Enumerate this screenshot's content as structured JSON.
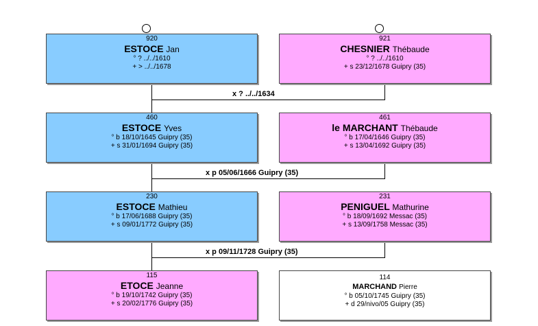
{
  "gen1": {
    "left": {
      "num": "920",
      "surname": "ESTOCE",
      "given": "Jan",
      "birth": "° ? ../../1610",
      "death": "+ > ../../1678"
    },
    "right": {
      "num": "921",
      "surname": "CHESNIER",
      "given": "Thébaude",
      "birth": "° ? ../../1610",
      "death": "+ s 23/12/1678 Guipry (35)"
    },
    "marriage": "x ? ../../1634"
  },
  "gen2": {
    "left": {
      "num": "460",
      "surname": "ESTOCE",
      "given": "Yves",
      "birth": "° b 18/10/1645 Guipry (35)",
      "death": "+ s 31/01/1694 Guipry (35)"
    },
    "right": {
      "num": "461",
      "surname": "le MARCHANT",
      "given": "Thébaude",
      "birth": "° b 17/04/1646 Guipry (35)",
      "death": "+ s 13/04/1692 Guipry (35)"
    },
    "marriage": "x p 05/06/1666 Guipry (35)"
  },
  "gen3": {
    "left": {
      "num": "230",
      "surname": "ESTOCE",
      "given": "Mathieu",
      "birth": "° b 17/06/1688 Guipry (35)",
      "death": "+ s 09/01/1772 Guipry (35)"
    },
    "right": {
      "num": "231",
      "surname": "PENIGUEL",
      "given": "Mathurine",
      "birth": "° b 18/09/1692 Messac (35)",
      "death": "+ s 13/09/1758 Messac (35)"
    },
    "marriage": "x p 09/11/1728 Guipry (35)"
  },
  "gen4": {
    "left": {
      "num": "115",
      "surname": "ETOCE",
      "given": "Jeanne",
      "birth": "° b 19/10/1742 Guipry (35)",
      "death": "+ s 20/02/1776 Guipry (35)"
    },
    "right": {
      "num": "114",
      "surname": "MARCHAND",
      "given": "Pierre",
      "birth": "° b 05/10/1745 Guipry (35)",
      "death": "+ d 29/nivo/05 Guipry (35)"
    }
  },
  "colors": {
    "male": "#88ccff",
    "female": "#ffaaff",
    "plain": "#ffffff"
  }
}
